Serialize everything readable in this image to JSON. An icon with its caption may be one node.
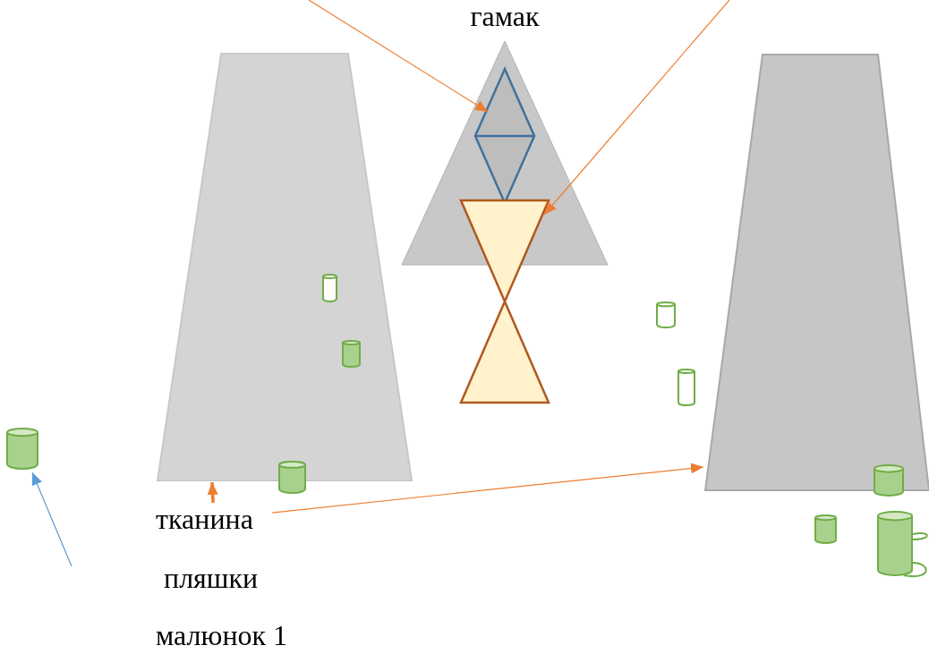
{
  "diagram": {
    "caption": "малюнок 1",
    "nodes": [
      {
        "text": [],
        "shape": "trapezoid"
      },
      {
        "text": [
          "гамак"
        ]
      },
      {
        "text": [],
        "shape": "diamond",
        "in": 1
      },
      {
        "text": [],
        "shape": "hourglass"
      },
      {
        "text": [],
        "shape": "trapezoid"
      },
      {
        "text": [
          "тканина"
        ]
      },
      {
        "text": [],
        "shape": "cylinder"
      }
    ],
    "edges": [
      {
        "from": null,
        "to": 2,
        "arrow": "to"
      },
      {
        "from": null,
        "to": 3,
        "arrow": "to"
      },
      {
        "from": 5,
        "to": 0,
        "arrow": "to",
        "style": "thick"
      },
      {
        "from": 5,
        "to": 4,
        "arrow": "to"
      },
      {
        "from": null,
        "to": 6,
        "arrow": "to",
        "color": "#5b9bd5"
      }
    ],
    "labels": [
      "пляшки"
    ]
  }
}
